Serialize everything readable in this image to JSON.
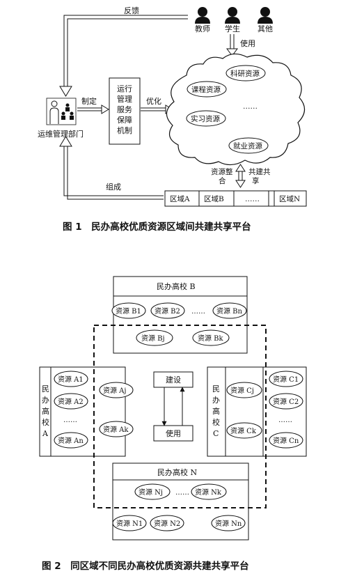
{
  "figure1": {
    "caption": "图 1　民办高校优质资源区域间共建共享平台",
    "users": [
      "教师",
      "学生",
      "其他"
    ],
    "feedback": "反馈",
    "use": "使用",
    "dept": "运维管理部门",
    "make": "制定",
    "mechanism": [
      "运行",
      "管理",
      "服务",
      "保障",
      "机制"
    ],
    "optimize": "优化",
    "cloud_resources": [
      "科研资源",
      "课程资源",
      "……",
      "实习资源",
      "就业资源"
    ],
    "integrate": [
      "资源整",
      "合"
    ],
    "cobuild": [
      "共建共",
      "享"
    ],
    "compose": "组成",
    "regions": [
      "区域A",
      "区域B",
      "……",
      "区域N"
    ]
  },
  "figure2": {
    "caption": "图 2　同区域不同民办高校优质资源共建共享平台",
    "schoolB": {
      "title": "民办高校 B",
      "row1": [
        "资源 B1",
        "资源 B2",
        "……",
        "资源 Bn"
      ],
      "row2": [
        "资源 Bj",
        "资源 Bk"
      ]
    },
    "schoolA": {
      "title": [
        "民",
        "办",
        "高",
        "校",
        "A"
      ],
      "left": [
        "资源 A1",
        "资源 A2",
        "……",
        "资源 An"
      ],
      "right": [
        "资源 Aj",
        "资源 Ak"
      ]
    },
    "schoolC": {
      "title": [
        "民",
        "办",
        "高",
        "校",
        "C"
      ],
      "left": [
        "资源 Cj",
        "资源 Ck"
      ],
      "right": [
        "资源 C1",
        "资源 C2",
        "……",
        "资源 Cn"
      ]
    },
    "schoolN": {
      "title": "民办高校 N",
      "row1": [
        "资源 Nj",
        "……",
        "资源 Nk"
      ],
      "row2": [
        "资源 N1",
        "资源 N2",
        "资源 Nn"
      ]
    },
    "build": "建设",
    "use": "使用"
  }
}
